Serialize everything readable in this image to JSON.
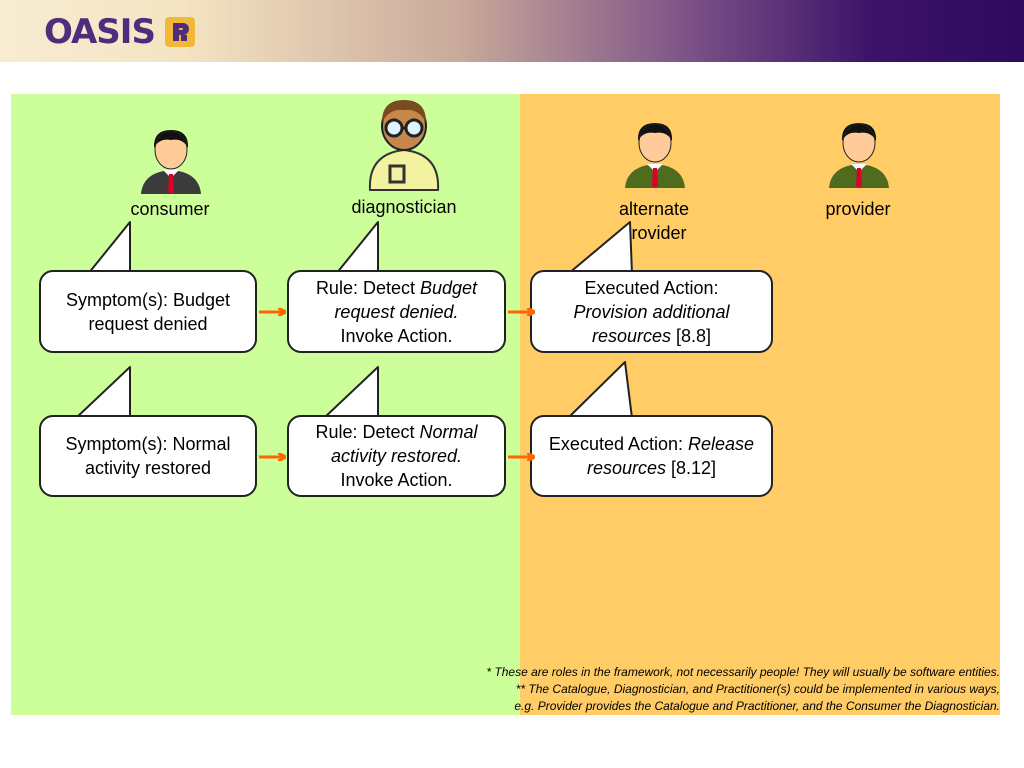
{
  "header": {
    "logo_text": "OASIS",
    "logo_mark_icon": "oasis-logo-mark-icon"
  },
  "roles": {
    "consumer": "consumer",
    "diagnostician": "diagnostician",
    "alternate_provider_line1": "alternate",
    "alternate_provider_line2": "provider",
    "provider": "provider"
  },
  "boxes": {
    "symptom1": {
      "prefix": "Symptom(s): Budget",
      "line2": "request denied"
    },
    "rule1": {
      "prefix": "Rule: Detect ",
      "italic": "Budget",
      "italic2": "request denied.",
      "suffix": "Invoke Action."
    },
    "action1": {
      "prefix": "Executed Action:",
      "italic": "Provision additional",
      "italic2": "resources",
      "suffix": " [8.8]"
    },
    "symptom2": {
      "prefix": "Symptom(s): Normal",
      "line2": "activity restored"
    },
    "rule2": {
      "prefix": "Rule: Detect ",
      "italic": "Normal",
      "italic2": "activity restored.",
      "suffix": "Invoke Action."
    },
    "action2": {
      "prefix": "Executed Action: ",
      "italic": "Release",
      "italic2": "resources",
      "suffix": " [8.12]"
    }
  },
  "footnotes": [
    "* These are roles in the framework, not necessarily people! They will usually be software entities.",
    "** The Catalogue, Diagnostician, and Practitioner(s) could be implemented in various ways,",
    "e.g. Provider provides the Catalogue and Practitioner, and the Consumer the Diagnostician."
  ],
  "colors": {
    "green_panel": "#ccff99",
    "orange_panel": "#ffcc66",
    "arrow": "#ff6600",
    "logo_purple": "#4d2d7c"
  }
}
